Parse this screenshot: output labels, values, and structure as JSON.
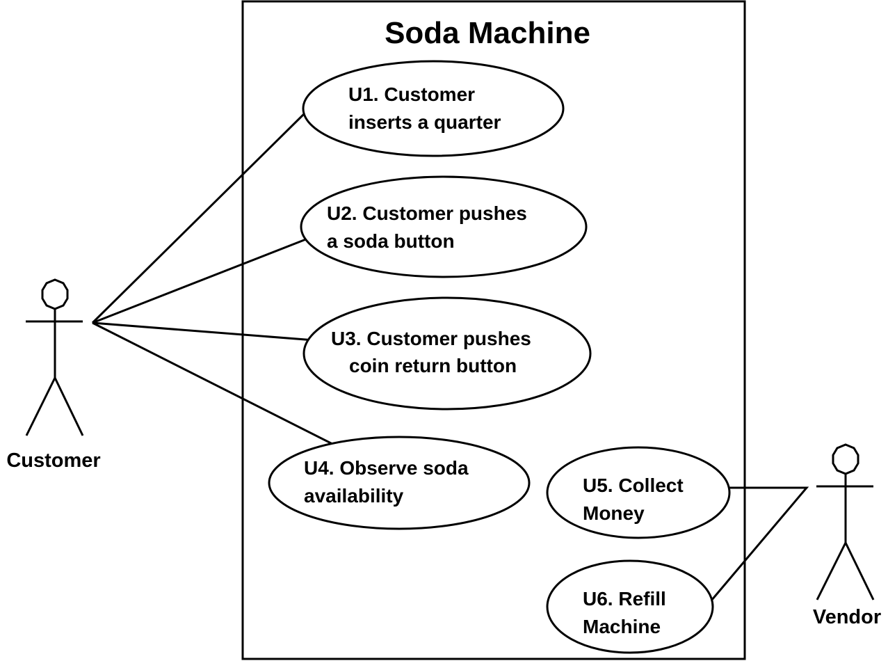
{
  "system": {
    "title": "Soda Machine"
  },
  "actors": {
    "customer": {
      "name": "Customer"
    },
    "vendor": {
      "name": "Vendor"
    }
  },
  "use_cases": [
    {
      "id": "U1",
      "lines": [
        "U1. Customer",
        "inserts a quarter"
      ]
    },
    {
      "id": "U2",
      "lines": [
        "U2. Customer pushes",
        "a soda button"
      ]
    },
    {
      "id": "U3",
      "lines": [
        "U3. Customer pushes",
        "coin return button"
      ]
    },
    {
      "id": "U4",
      "lines": [
        "U4. Observe soda",
        "availability"
      ]
    },
    {
      "id": "U5",
      "lines": [
        "U5. Collect",
        "Money"
      ]
    },
    {
      "id": "U6",
      "lines": [
        "U6. Refill",
        "Machine"
      ]
    }
  ],
  "associations": [
    {
      "actor": "Customer",
      "use_case": "U1"
    },
    {
      "actor": "Customer",
      "use_case": "U2"
    },
    {
      "actor": "Customer",
      "use_case": "U3"
    },
    {
      "actor": "Customer",
      "use_case": "U4"
    },
    {
      "actor": "Vendor",
      "use_case": "U5"
    },
    {
      "actor": "Vendor",
      "use_case": "U6"
    }
  ]
}
